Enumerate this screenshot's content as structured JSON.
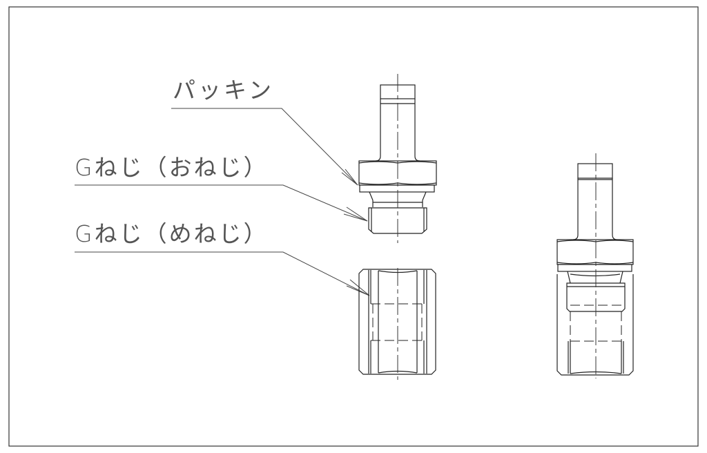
{
  "labels": {
    "packing": "パッキン",
    "male_thread": "Gねじ（おねじ）",
    "female_thread": "Gねじ（めねじ）"
  }
}
